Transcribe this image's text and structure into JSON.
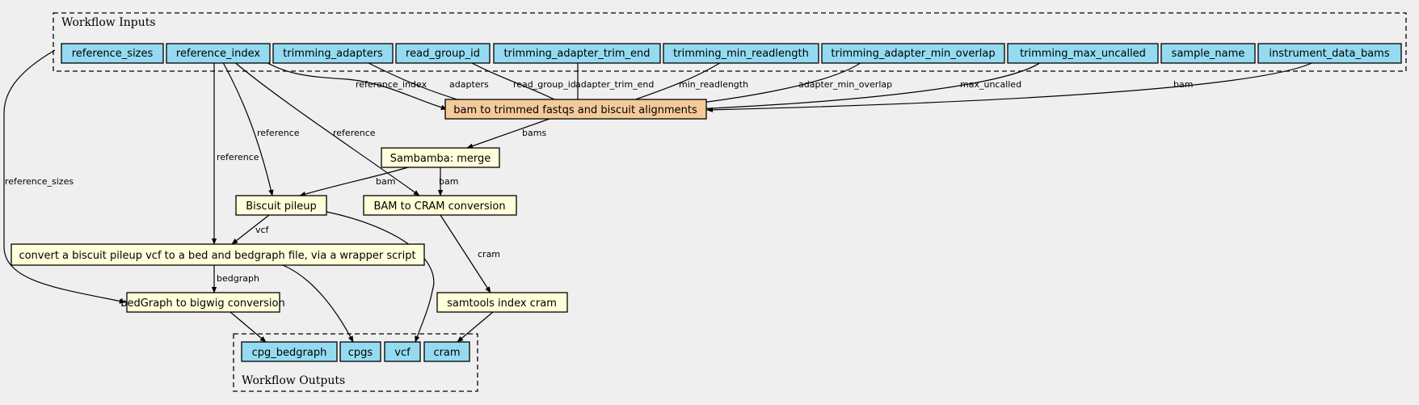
{
  "colors": {
    "background": "#efefef",
    "io_fill": "#94dbf1",
    "step_fill": "#ffffd9",
    "main_step_fill": "#f4ca9b"
  },
  "clusters": {
    "inputs": {
      "label": "Workflow Inputs"
    },
    "outputs": {
      "label": "Workflow Outputs"
    }
  },
  "nodes": {
    "reference_sizes": "reference_sizes",
    "reference_index": "reference_index",
    "trimming_adapters": "trimming_adapters",
    "read_group_id": "read_group_id",
    "trimming_adapter_trim_end": "trimming_adapter_trim_end",
    "trimming_min_readlength": "trimming_min_readlength",
    "trimming_adapter_min_overlap": "trimming_adapter_min_overlap",
    "trimming_max_uncalled": "trimming_max_uncalled",
    "sample_name": "sample_name",
    "instrument_data_bams": "instrument_data_bams",
    "bam_to_trimmed": "bam to trimmed fastqs and biscuit alignments",
    "merge": "Sambamba: merge",
    "pileup": "Biscuit pileup",
    "bam_to_cram": "BAM to CRAM conversion",
    "vcf2bed": "convert a biscuit pileup vcf to a bed and bedgraph file, via a wrapper script",
    "bedgraph2bigwig": "bedGraph to bigwig conversion",
    "index_cram": "samtools index cram",
    "out_cpg_bedgraph": "cpg_bedgraph",
    "out_cpgs": "cpgs",
    "out_vcf": "vcf",
    "out_cram": "cram"
  },
  "edges": {
    "reference_index": "reference_index",
    "adapters": "adapters",
    "read_group_id": "read_group_id",
    "adapter_trim_end": "adapter_trim_end",
    "min_readlength": "min_readlength",
    "adapter_min_overlap": "adapter_min_overlap",
    "max_uncalled": "max_uncalled",
    "bam_in": "bam",
    "bams": "bams",
    "reference_pileup": "reference",
    "reference_cram": "reference",
    "reference_vcf2bed": "reference",
    "reference_sizes": "reference_sizes",
    "bam_pileup": "bam",
    "bam_cram": "bam",
    "vcf": "vcf",
    "bedgraph": "bedgraph",
    "cram": "cram"
  }
}
